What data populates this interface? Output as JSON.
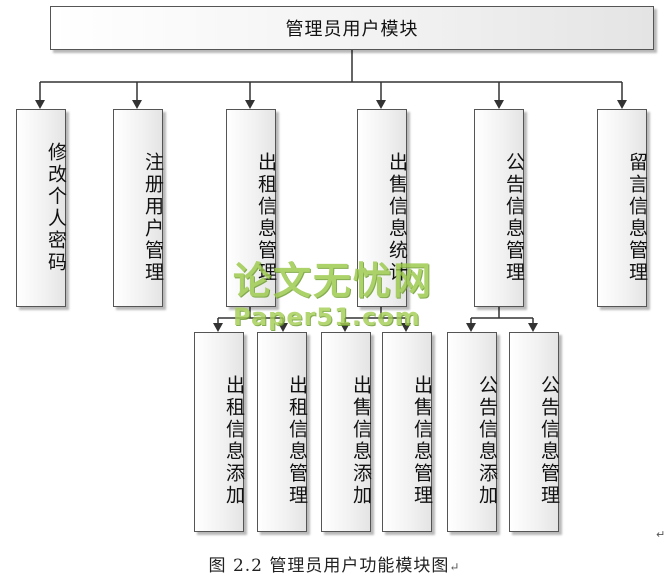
{
  "diagram": {
    "title": "管理员用户模块",
    "modules": [
      {
        "label": "修改个人密码"
      },
      {
        "label": "注册用户管理"
      },
      {
        "label": "出租信息管理"
      },
      {
        "label": "出售信息统计"
      },
      {
        "label": "公告信息管理"
      },
      {
        "label": "留言信息管理"
      }
    ],
    "submodules": [
      {
        "label": "出租信息添加",
        "parent": "出租信息管理"
      },
      {
        "label": "出租信息管理",
        "parent": "出租信息管理"
      },
      {
        "label": "出售信息添加",
        "parent": "出售信息统计"
      },
      {
        "label": "出售信息管理",
        "parent": "出售信息统计"
      },
      {
        "label": "公告信息添加",
        "parent": "公告信息管理"
      },
      {
        "label": "公告信息管理",
        "parent": "公告信息管理"
      }
    ]
  },
  "caption": "图 2.2 管理员用户功能模块图",
  "caption_mark": "↵",
  "corner_mark": "↵",
  "watermark": {
    "chinese": "论文无忧网",
    "english": "Paper51.com"
  },
  "colors": {
    "box_border": "#555555",
    "line": "#333333",
    "watermark": "#9bc94a"
  }
}
